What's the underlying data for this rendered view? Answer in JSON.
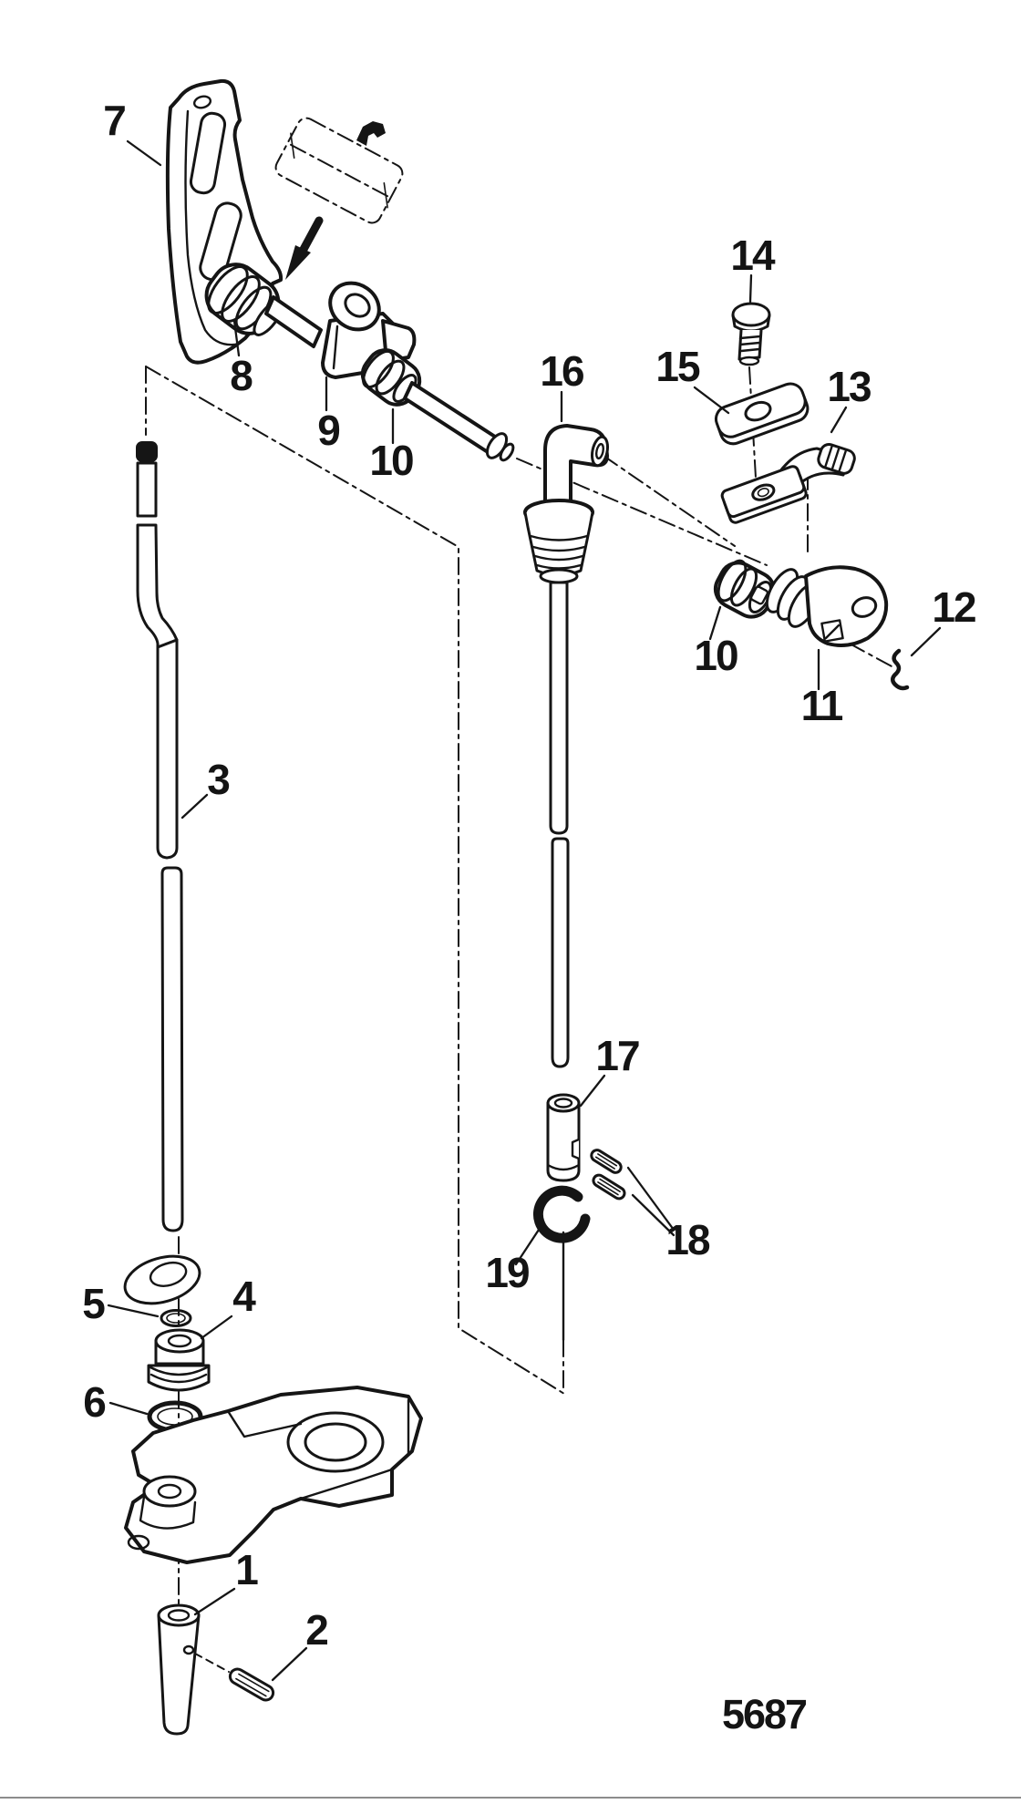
{
  "figure": {
    "type": "exploded-parts-diagram",
    "drawing_number": "5687",
    "background": "#ffffff",
    "line_color": "#151515"
  },
  "icons": {
    "lubricant_marker": "grease-tube-icon",
    "apply_arrow": "down-left-arrow-icon"
  },
  "labels": {
    "part_1": "1",
    "part_2": "2",
    "part_3": "3",
    "part_4": "4",
    "part_5": "5",
    "part_6": "6",
    "part_7": "7",
    "part_8": "8",
    "part_9": "9",
    "part_10_left": "10",
    "part_10_right": "10",
    "part_11": "11",
    "part_12": "12",
    "part_13": "13",
    "part_14": "14",
    "part_15": "15",
    "part_16": "16",
    "part_17": "17",
    "part_18": "18",
    "part_19": "19"
  }
}
